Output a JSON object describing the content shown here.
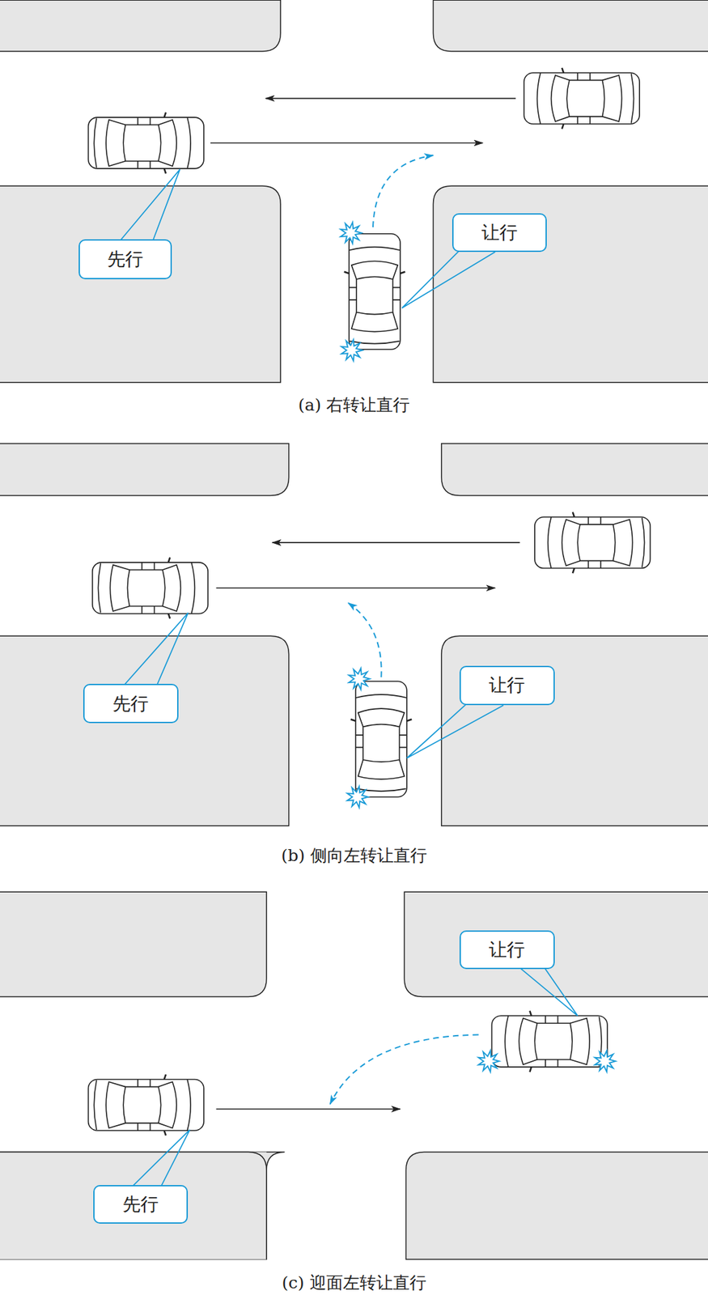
{
  "diagram": {
    "nodes": [
      {
        "text": [
          "先行"
        ]
      },
      {
        "text": [
          "让行"
        ]
      },
      {
        "text": [
          "先行"
        ]
      },
      {
        "text": [
          "让行"
        ]
      },
      {
        "text": [
          "让行"
        ]
      },
      {
        "text": [
          "先行"
        ]
      }
    ],
    "labels": [
      "(a) 右转让直行",
      "(b) 侧向左转让直行",
      "(c) 迎面左转让直行"
    ]
  }
}
